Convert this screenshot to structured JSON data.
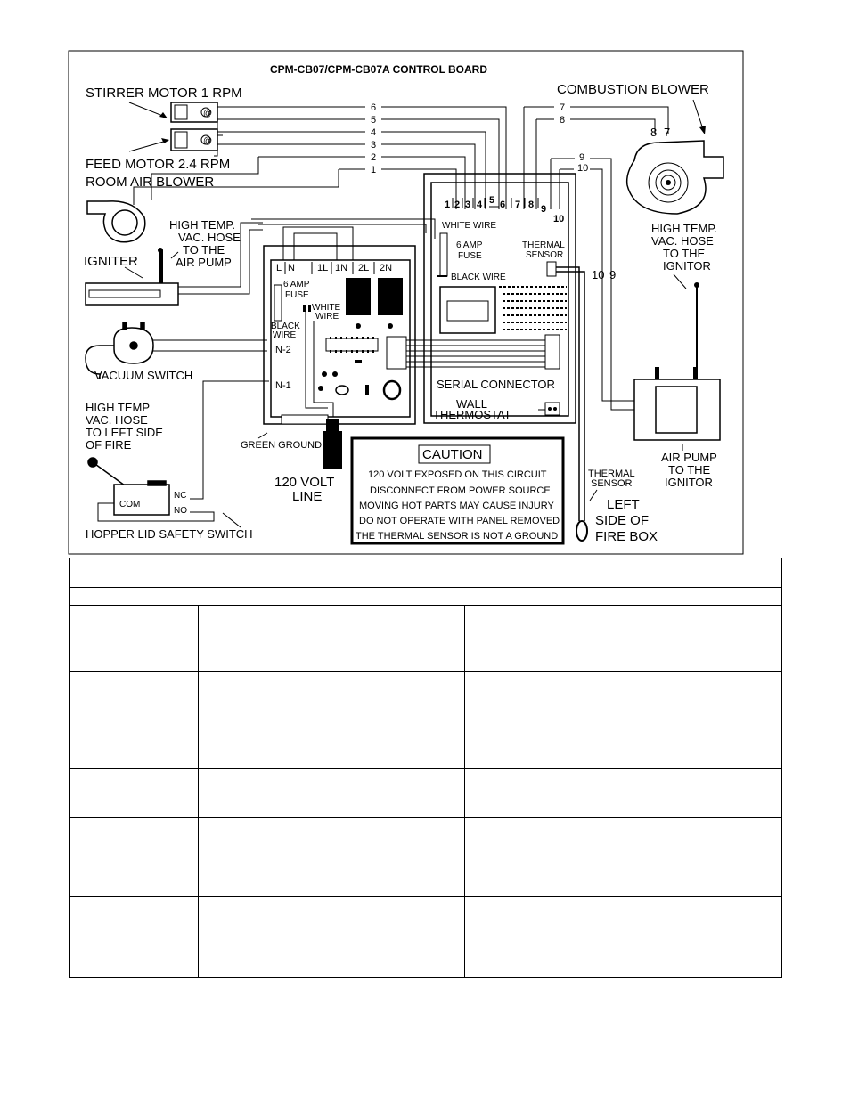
{
  "diagram": {
    "title": "CPM-CB07/CPM-CB07A CONTROL BOARD",
    "components": {
      "stirrer_motor": "STIRRER  MOTOR  1 RPM",
      "feed_motor": "FEED MOTOR 2.4 RPM",
      "room_air_blower": "ROOM AIR BLOWER",
      "combustion_blower": "COMBUSTION BLOWER",
      "igniter": "IGNITER",
      "hose_to_air_pump": [
        "HIGH TEMP.",
        "VAC. HOSE",
        "TO THE",
        "AIR PUMP"
      ],
      "hose_to_ignitor": [
        "HIGH TEMP.",
        "VAC. HOSE",
        "TO THE",
        "IGNITOR"
      ],
      "vacuum_switch": "VACUUM SWITCH",
      "hose_left_side": [
        "HIGH TEMP",
        "VAC. HOSE",
        "TO LEFT SIDE",
        "OF FIRE"
      ],
      "hopper_switch": "HOPPER LID SAFETY SWITCH",
      "green_ground": "GREEN GROUND",
      "volt_line": [
        "120 VOLT",
        "LINE"
      ],
      "air_pump": [
        "AIR PUMP",
        "TO THE",
        "IGNITOR"
      ],
      "thermal_sensor_probe": [
        "THERMAL",
        "SENSOR"
      ],
      "left_side_fire_box": [
        "LEFT",
        "SIDE OF",
        "FIRE BOX"
      ],
      "serial_connector": "SERIAL CONNECTOR",
      "wall_thermostat": [
        "WALL",
        "THERMOSTAT"
      ],
      "thermal_sensor_board": [
        "THERMAL",
        "SENSOR"
      ],
      "white_wire": "WHITE WIRE",
      "black_wire": "BLACK WIRE",
      "fuse_right": [
        "6 AMP",
        "FUSE"
      ],
      "fuse_left": [
        "6 AMP",
        "FUSE"
      ],
      "black_wire_left": [
        "BLACK",
        "WIRE"
      ],
      "white_wire_left": [
        "WHITE",
        "WIRE"
      ]
    },
    "wire_numbers": [
      "1",
      "2",
      "3",
      "4",
      "5",
      "6",
      "7",
      "8",
      "9",
      "10"
    ],
    "blower_terminals": [
      "8",
      "7"
    ],
    "pump_terminals": [
      "10",
      "9"
    ],
    "board_terminals": [
      "1",
      "2",
      "3",
      "4",
      "5",
      "6",
      "7",
      "8",
      "9",
      "10"
    ],
    "power_terminals": [
      "L",
      "N",
      "1L",
      "1N",
      "2L",
      "2N"
    ],
    "inputs": [
      "IN-2",
      "IN-1"
    ],
    "switch_terminals": {
      "com": "COM",
      "nc": "NC",
      "no": "NO"
    },
    "caution": {
      "heading": "CAUTION",
      "lines": [
        "120 VOLT EXPOSED ON THIS CIRCUIT",
        "DISCONNECT FROM POWER SOURCE",
        "MOVING HOT PARTS MAY CAUSE INJURY",
        "DO NOT OPERATE WITH PANEL REMOVED",
        "THE THERMAL SENSOR IS NOT A GROUND"
      ]
    },
    "symbols": {
      "io": "I O",
      "motor_mark": "@"
    }
  },
  "table": {
    "rows": 9,
    "columns": 3
  }
}
